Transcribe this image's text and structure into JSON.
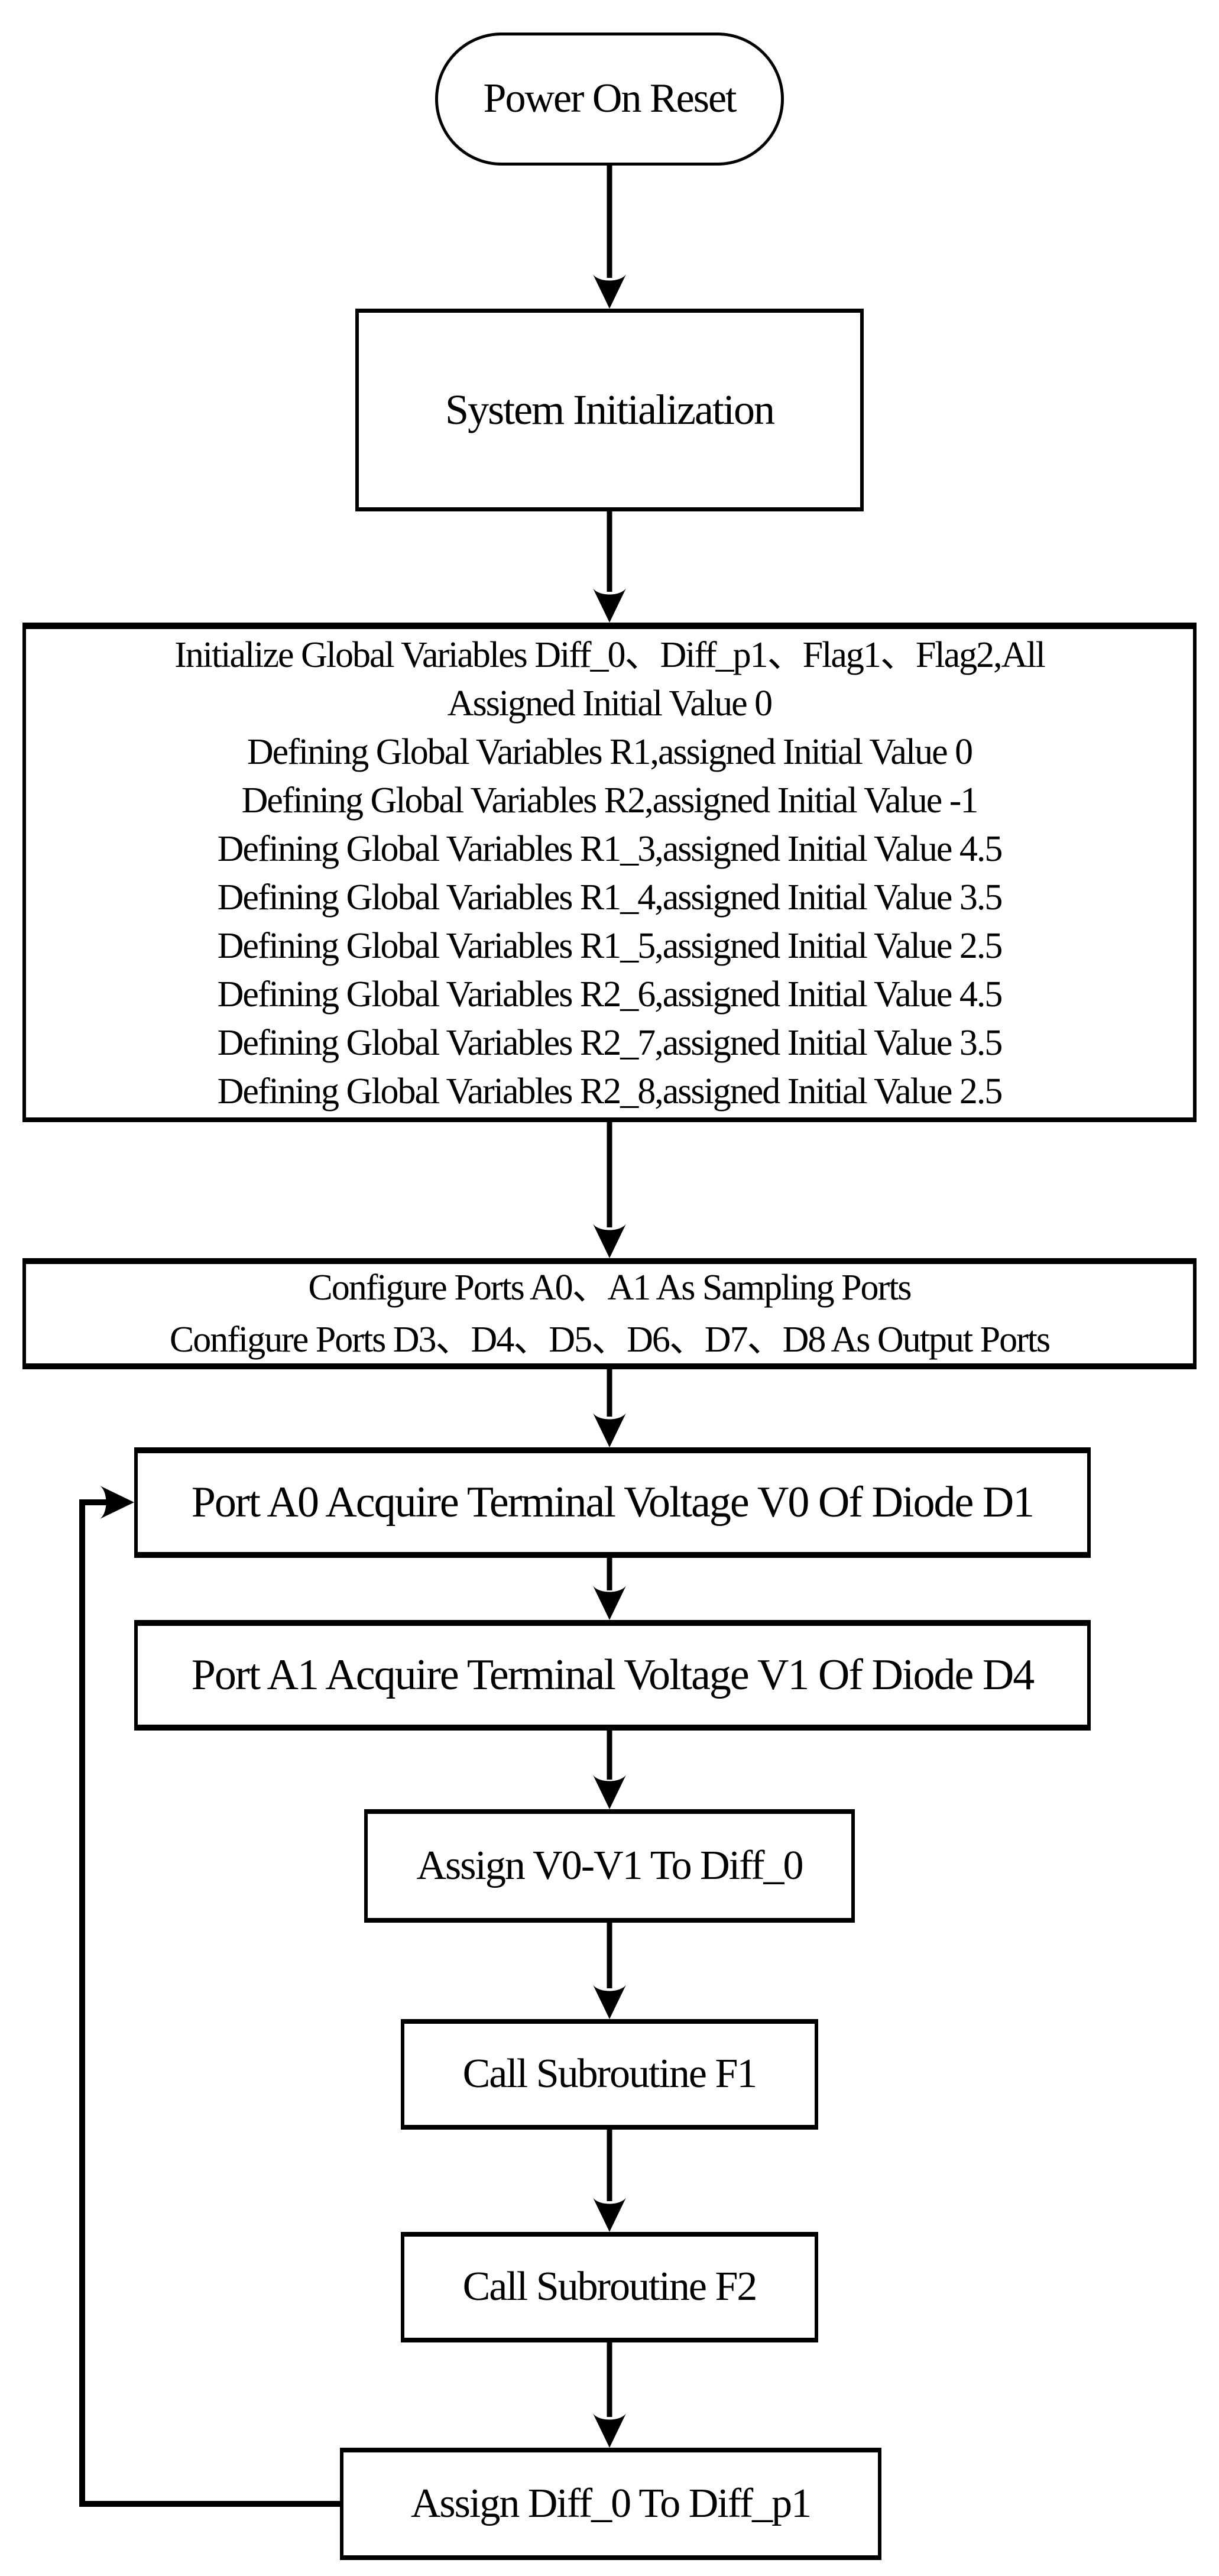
{
  "figure": {
    "background": "#ffffff",
    "line_color": "#000000",
    "text_color": "#000000",
    "type": "flowchart"
  },
  "nodes": {
    "power_on_reset": {
      "shape": "terminator",
      "label": "Power On Reset"
    },
    "system_initialization": {
      "shape": "process",
      "label": "System Initialization"
    },
    "init_globals": {
      "shape": "process",
      "lines": [
        "Initialize Global Variables Diff_0、Diff_p1、Flag1、Flag2,All",
        "Assigned Initial Value 0",
        "Defining Global Variables R1,assigned Initial Value 0",
        "Defining Global Variables R2,assigned Initial Value -1",
        "Defining Global Variables R1_3,assigned Initial Value 4.5",
        "Defining Global Variables R1_4,assigned Initial Value 3.5",
        "Defining Global Variables R1_5,assigned Initial Value 2.5",
        "Defining Global Variables R2_6,assigned Initial Value 4.5",
        "Defining Global Variables R2_7,assigned Initial Value 3.5",
        "Defining Global Variables R2_8,assigned Initial Value 2.5"
      ]
    },
    "configure_ports": {
      "shape": "process",
      "lines": [
        "Configure Ports A0、A1 As Sampling Ports",
        "Configure Ports D3、D4、D5、D6、D7、D8 As Output Ports"
      ]
    },
    "port_a0": {
      "shape": "process",
      "label": "Port A0 Acquire Terminal Voltage V0 Of Diode D1"
    },
    "port_a1": {
      "shape": "process",
      "label": "Port A1 Acquire Terminal Voltage V1 Of Diode D4"
    },
    "assign_diff_0": {
      "shape": "process",
      "label": "Assign V0-V1 To Diff_0"
    },
    "call_subroutine_f1": {
      "shape": "process",
      "label": "Call Subroutine F1"
    },
    "call_subroutine_f2": {
      "shape": "process",
      "label": "Call Subroutine F2"
    },
    "assign_diff_p1": {
      "shape": "process",
      "label": "Assign Diff_0 To Diff_p1"
    }
  },
  "edges": [
    {
      "from": "power_on_reset",
      "to": "system_initialization",
      "type": "arrow-down"
    },
    {
      "from": "system_initialization",
      "to": "init_globals",
      "type": "arrow-down"
    },
    {
      "from": "init_globals",
      "to": "configure_ports",
      "type": "arrow-down"
    },
    {
      "from": "configure_ports",
      "to": "port_a0",
      "type": "arrow-down"
    },
    {
      "from": "port_a0",
      "to": "port_a1",
      "type": "arrow-down"
    },
    {
      "from": "port_a1",
      "to": "assign_diff_0",
      "type": "arrow-down"
    },
    {
      "from": "assign_diff_0",
      "to": "call_subroutine_f1",
      "type": "arrow-down"
    },
    {
      "from": "call_subroutine_f1",
      "to": "call_subroutine_f2",
      "type": "arrow-down"
    },
    {
      "from": "call_subroutine_f2",
      "to": "assign_diff_p1",
      "type": "arrow-down"
    },
    {
      "from": "assign_diff_p1",
      "to": "port_a0",
      "type": "loop-left-then-up-arrow-right"
    }
  ]
}
